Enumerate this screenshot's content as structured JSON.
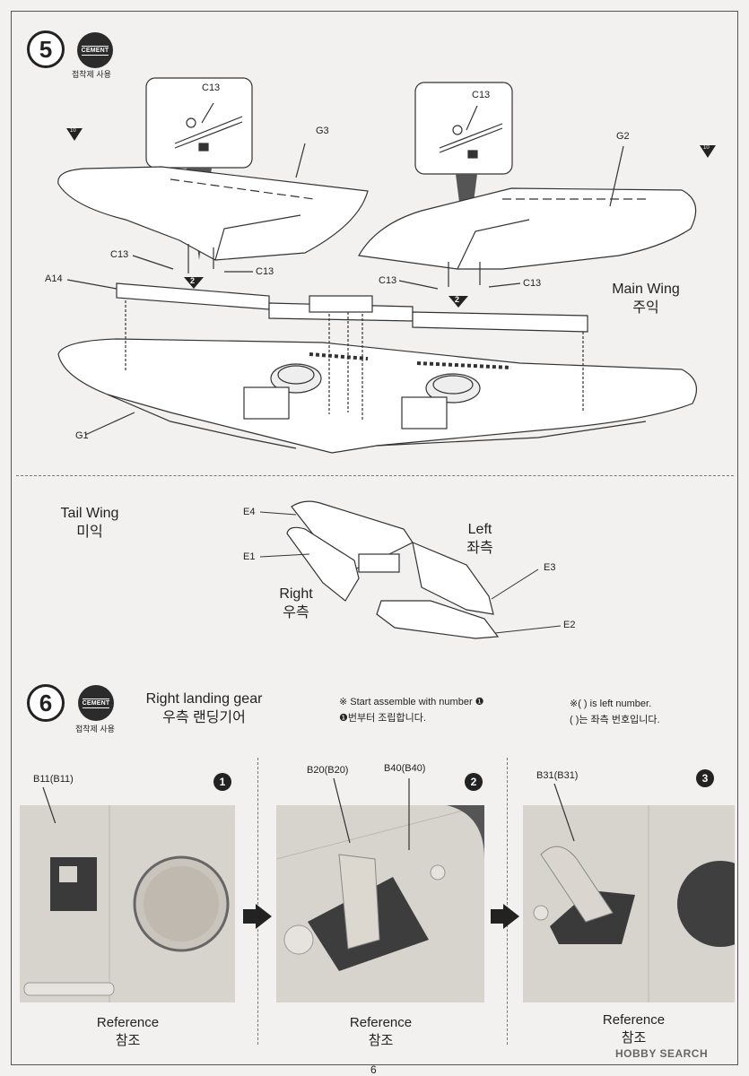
{
  "step5": {
    "number": "5",
    "cement": "CEMENT",
    "cement_korean": "접착제 사용",
    "parts": {
      "c13_a": "C13",
      "c13_b": "C13",
      "g3": "G3",
      "g2": "G2",
      "c13_c": "C13",
      "c13_d": "C13",
      "c13_e": "C13",
      "c13_f": "C13",
      "a14": "A14",
      "g1": "G1"
    },
    "glue_marks": [
      "2",
      "2"
    ],
    "drill_marks": [
      "10",
      "10"
    ],
    "main_wing_en": "Main Wing",
    "main_wing_ko": "주익"
  },
  "tail": {
    "title_en": "Tail Wing",
    "title_ko": "미익",
    "e4": "E4",
    "e1": "E1",
    "e3": "E3",
    "e2": "E2",
    "left_en": "Left",
    "left_ko": "좌측",
    "right_en": "Right",
    "right_ko": "우측"
  },
  "step6": {
    "number": "6",
    "cement": "CEMENT",
    "cement_korean": "접착제 사용",
    "title_en": "Right landing gear",
    "title_ko": "우측 랜딩기어",
    "note1_en": "※ Start assemble with number ❶",
    "note1_ko": "❶번부터 조립합니다.",
    "note2_en": "※(  ) is left number.",
    "note2_ko": "(  )는 좌측 번호입니다.",
    "panels": [
      {
        "num": "1",
        "parts": [
          "B11(B11)"
        ],
        "ref_en": "Reference",
        "ref_ko": "참조"
      },
      {
        "num": "2",
        "parts": [
          "B20(B20)",
          "B40(B40)"
        ],
        "ref_en": "Reference",
        "ref_ko": "참조"
      },
      {
        "num": "3",
        "parts": [
          "B31(B31)"
        ],
        "ref_en": "Reference",
        "ref_ko": "참조"
      }
    ]
  },
  "page_number": "6",
  "watermark": "HOBBY SEARCH"
}
